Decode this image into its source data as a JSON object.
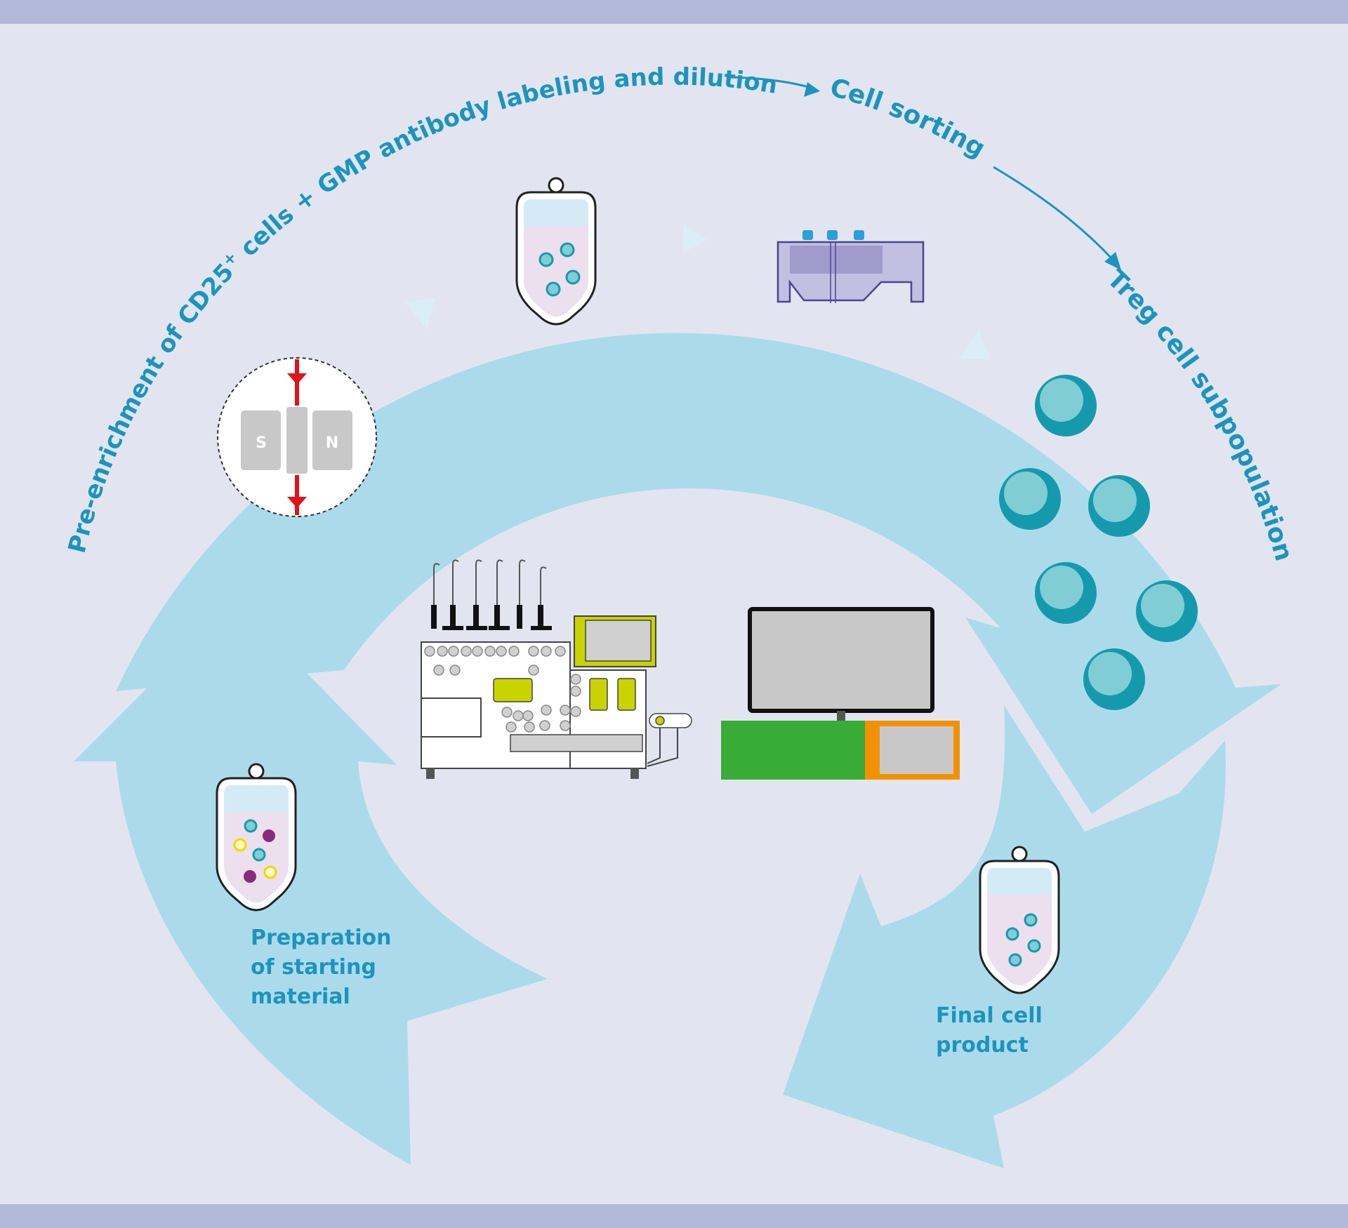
{
  "colors": {
    "background": "#e2e5f0",
    "band": "#b2b8da",
    "ring": "#abdbeb",
    "ring_mid": "#b9e2ef",
    "text": "#1b94be",
    "cell_outer": "#159aad",
    "cell_inner": "#80cdd6",
    "magnet": "#c8c8c8",
    "field_arrow": "#e3111b",
    "bag_fill": "#ece0ee",
    "bag_top": "#d4ebf5",
    "accent_yellow": "#c9d300",
    "monitor_green": "#39ab37",
    "monitor_orange": "#f29100",
    "chip_purple": "#a7a1cf",
    "chip_blue": "#2b9fd8"
  },
  "labels": {
    "pre_enrichment": "Pre-enrichment of CD25",
    "pre_enrichment_sup": "+",
    "pre_enrichment_rest": " cells + GMP antibody labeling and dilution",
    "cell_sorting": "Cell sorting",
    "treg": "Treg cell subpopulation",
    "prep_line1": "Preparation",
    "prep_line2": "of starting",
    "prep_line3": "material",
    "final_line1": "Final cell",
    "final_line2": "product",
    "magnet_s": "S",
    "magnet_n": "N"
  },
  "icons": {
    "bag": "cell-bag-icon",
    "magnet": "magnetic-separation-icon",
    "chip": "sorting-chip-icon",
    "instrument": "cell-sorter-instrument-icon",
    "monitor": "computer-monitor-icon",
    "cell": "treg-cell-icon",
    "arrow": "process-arrow-icon"
  }
}
